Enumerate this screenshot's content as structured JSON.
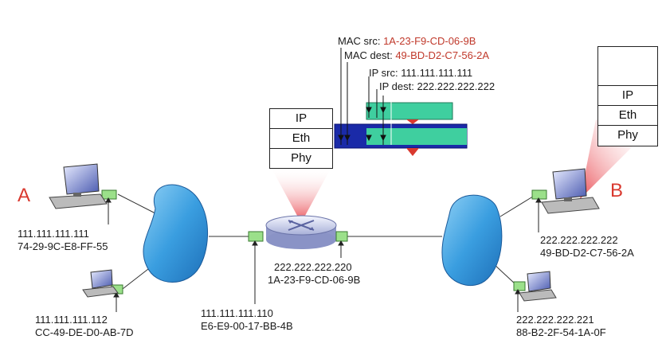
{
  "host_a": {
    "label": "A",
    "host1": {
      "ip": "111.111.111.111",
      "mac": "74-29-9C-E8-FF-55"
    },
    "host2": {
      "ip": "111.111.111.112",
      "mac": "CC-49-DE-D0-AB-7D"
    }
  },
  "host_b": {
    "label": "B",
    "host1": {
      "ip": "222.222.222.222",
      "mac": "49-BD-D2-C7-56-2A"
    },
    "host2": {
      "ip": "222.222.222.221",
      "mac": "88-B2-2F-54-1A-0F"
    }
  },
  "router": {
    "left_if": {
      "ip": "111.111.111.110",
      "mac": "E6-E9-00-17-BB-4B"
    },
    "right_if": {
      "ip": "222.222.222.220",
      "mac": "1A-23-F9-CD-06-9B"
    },
    "stack": [
      "IP",
      "Eth",
      "Phy"
    ]
  },
  "frame": {
    "mac_src_label": "MAC src:",
    "mac_src_value": "1A-23-F9-CD-06-9B",
    "mac_dest_label": "MAC dest:",
    "mac_dest_value": "49-BD-D2-C7-56-2A",
    "ip_src": "IP src: 111.111.111.111",
    "ip_dest": "IP dest: 222.222.222.222"
  },
  "host_b_stack": [
    "IP",
    "Eth",
    "Phy"
  ],
  "colors": {
    "frame_blue": "#1a2aa8",
    "datagram_green": "#3fcf9f",
    "cloud_blue": "#2f8fd6",
    "interface_green": "#9be08a",
    "accent_red": "#d9392f"
  }
}
